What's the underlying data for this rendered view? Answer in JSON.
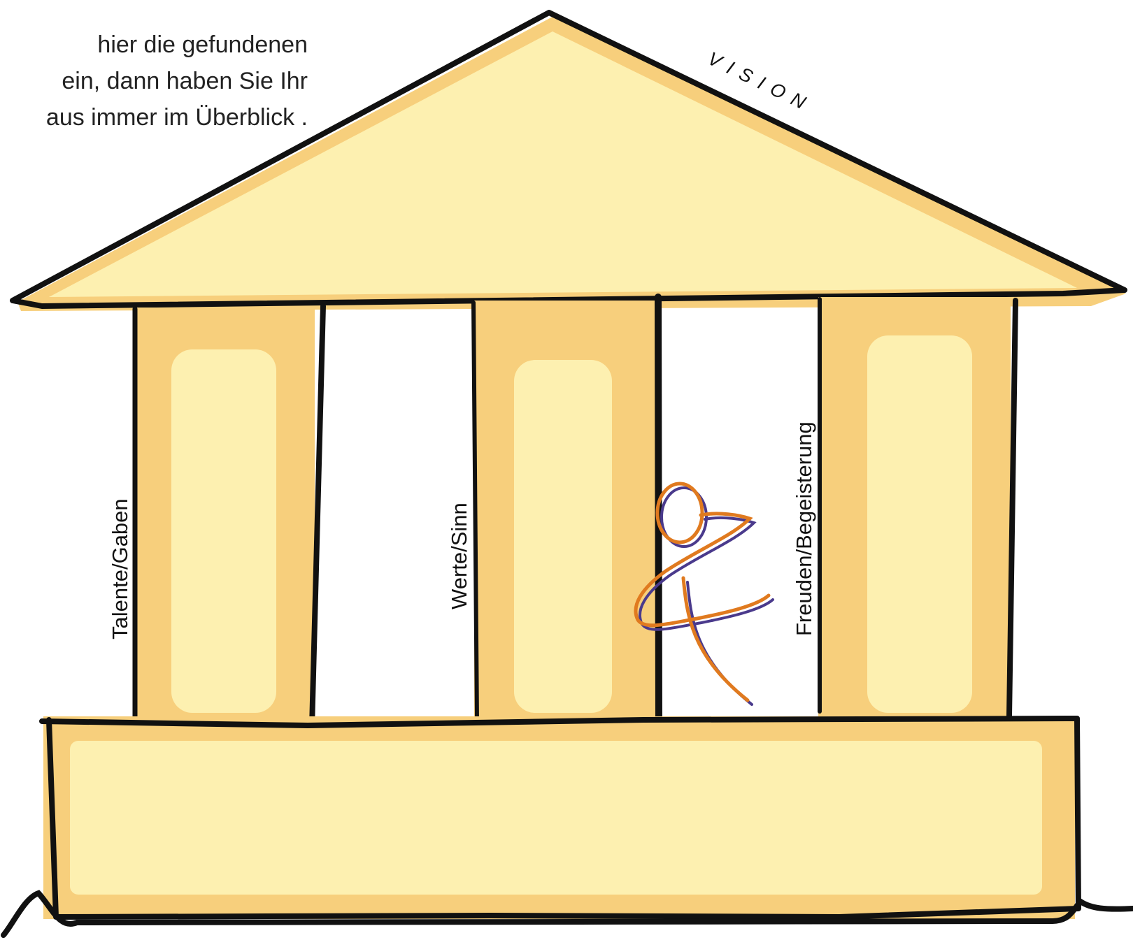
{
  "intro": {
    "line1": "hier die gefundenen",
    "line2": "ein, dann haben Sie Ihr",
    "line3": "aus immer im Überblick ."
  },
  "roof": {
    "label": "VISION"
  },
  "pillars": [
    {
      "label": "Talente/Gaben"
    },
    {
      "label": "Werte/Sinn"
    },
    {
      "label": "Freuden/Begeisterung"
    }
  ],
  "colors": {
    "fill_light": "#fdf0b0",
    "fill_dark": "#f7cf7c",
    "outline": "#111111",
    "figure_orange": "#e07a1f",
    "figure_purple": "#4a3a8c"
  },
  "icons": [
    "stick-figure-icon"
  ]
}
